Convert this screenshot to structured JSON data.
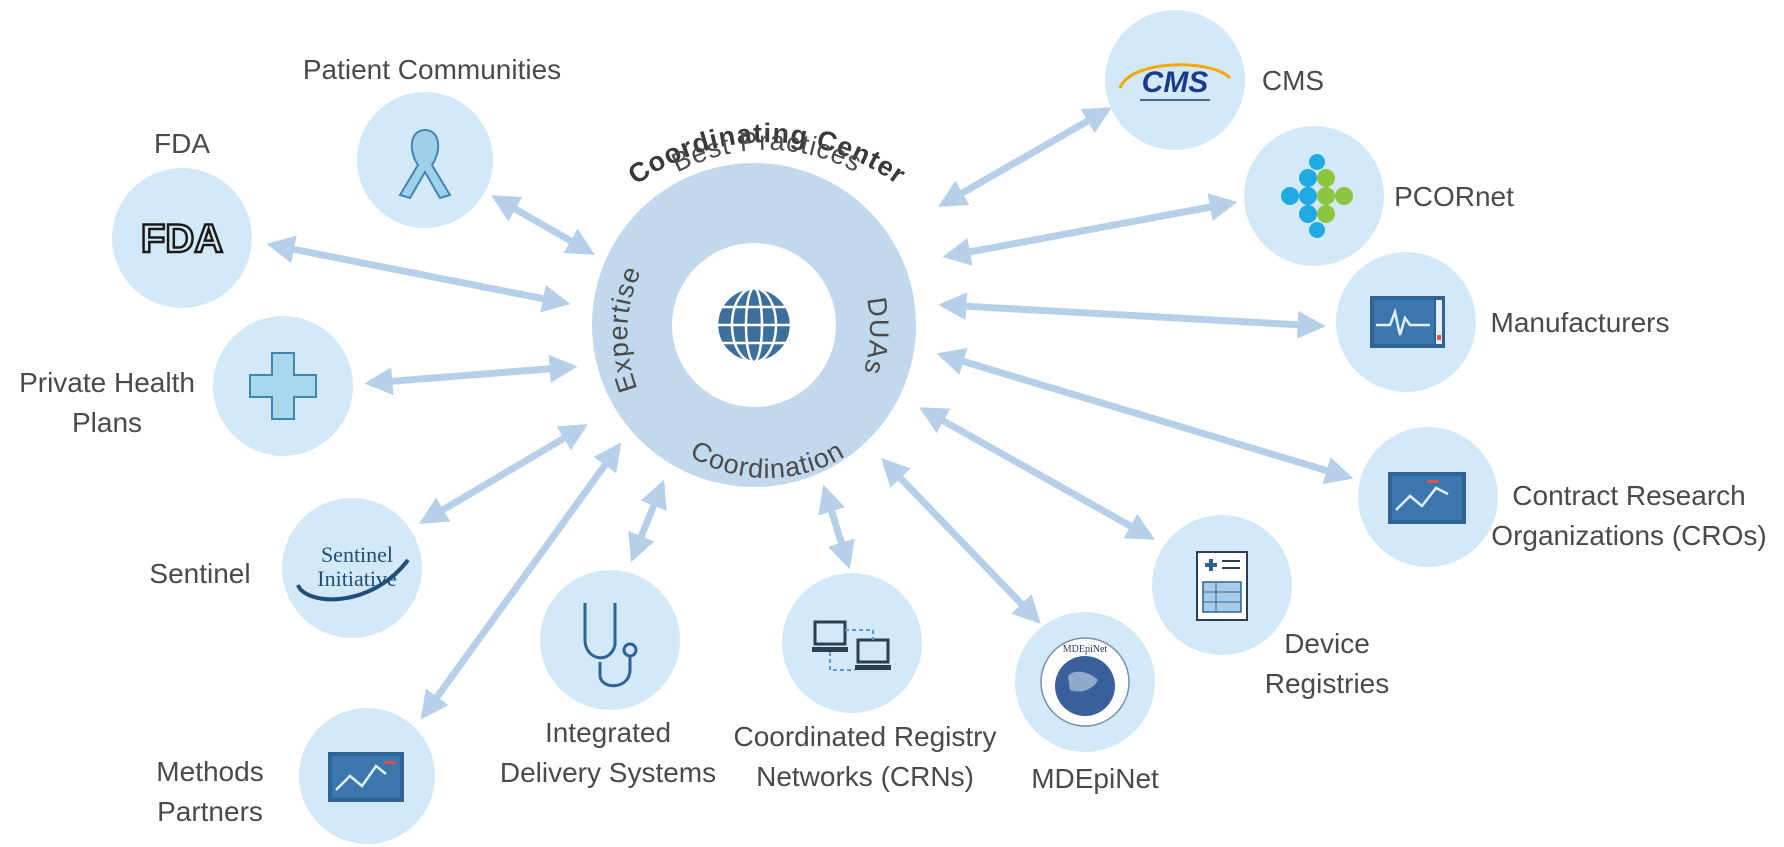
{
  "center": {
    "title": "Coordinating Center",
    "ring_labels": {
      "top": "Best Practices",
      "right": "DUAs",
      "bottom": "Coordination",
      "left": "Expertise"
    },
    "icon": "globe-icon"
  },
  "nodes": [
    {
      "id": "patient-communities",
      "label_lines": [
        "Patient Communities"
      ],
      "icon": "ribbon-icon",
      "bidirectional": true
    },
    {
      "id": "fda",
      "label_lines": [
        "FDA"
      ],
      "icon": "fda-logo",
      "logo_text": "FDA",
      "bidirectional": true
    },
    {
      "id": "private-health-plans",
      "label_lines": [
        "Private Health",
        "Plans"
      ],
      "icon": "medical-cross-icon",
      "bidirectional": true
    },
    {
      "id": "sentinel",
      "label_lines": [
        "Sentinel"
      ],
      "icon": "sentinel-logo",
      "logo_lines": [
        "Sentinel",
        "Initiative"
      ],
      "bidirectional": true
    },
    {
      "id": "methods-partners",
      "label_lines": [
        "Methods",
        "Partners"
      ],
      "icon": "chart-monitor-icon",
      "bidirectional": true
    },
    {
      "id": "integrated-delivery-systems",
      "label_lines": [
        "Integrated",
        "Delivery Systems"
      ],
      "icon": "stethoscope-icon",
      "bidirectional": true
    },
    {
      "id": "coordinated-registry-networks",
      "label_lines": [
        "Coordinated Registry",
        "Networks (CRNs)"
      ],
      "icon": "network-computers-icon",
      "bidirectional": true
    },
    {
      "id": "mdepinet",
      "label_lines": [
        "MDEpiNet"
      ],
      "icon": "mdepinet-globe-logo",
      "logo_text": "MDEpiNet",
      "bidirectional": true
    },
    {
      "id": "device-registries",
      "label_lines": [
        "Device",
        "Registries"
      ],
      "icon": "registry-form-icon",
      "bidirectional": true
    },
    {
      "id": "cros",
      "label_lines": [
        "Contract Research",
        "Organizations (CROs)"
      ],
      "icon": "chart-monitor-icon",
      "bidirectional": true
    },
    {
      "id": "manufacturers",
      "label_lines": [
        "Manufacturers"
      ],
      "icon": "ecg-monitor-icon",
      "bidirectional": true
    },
    {
      "id": "pcornet",
      "label_lines": [
        "PCORnet"
      ],
      "icon": "pcornet-dots-logo",
      "bidirectional": true
    },
    {
      "id": "cms",
      "label_lines": [
        "CMS"
      ],
      "icon": "cms-logo",
      "logo_text": "CMS",
      "bidirectional": true
    }
  ],
  "colors": {
    "node_fill": "#d3e9f7",
    "arrow": "#b5d0e8",
    "ring_outer": "#c2d8ec",
    "ring_inner": "#ffffff",
    "icon_dark": "#1f4e79",
    "monitor": "#2d6495",
    "ribbon": "#8ec8e6",
    "pcornet_blue": "#21a9e1",
    "pcornet_green": "#8cc63f"
  }
}
